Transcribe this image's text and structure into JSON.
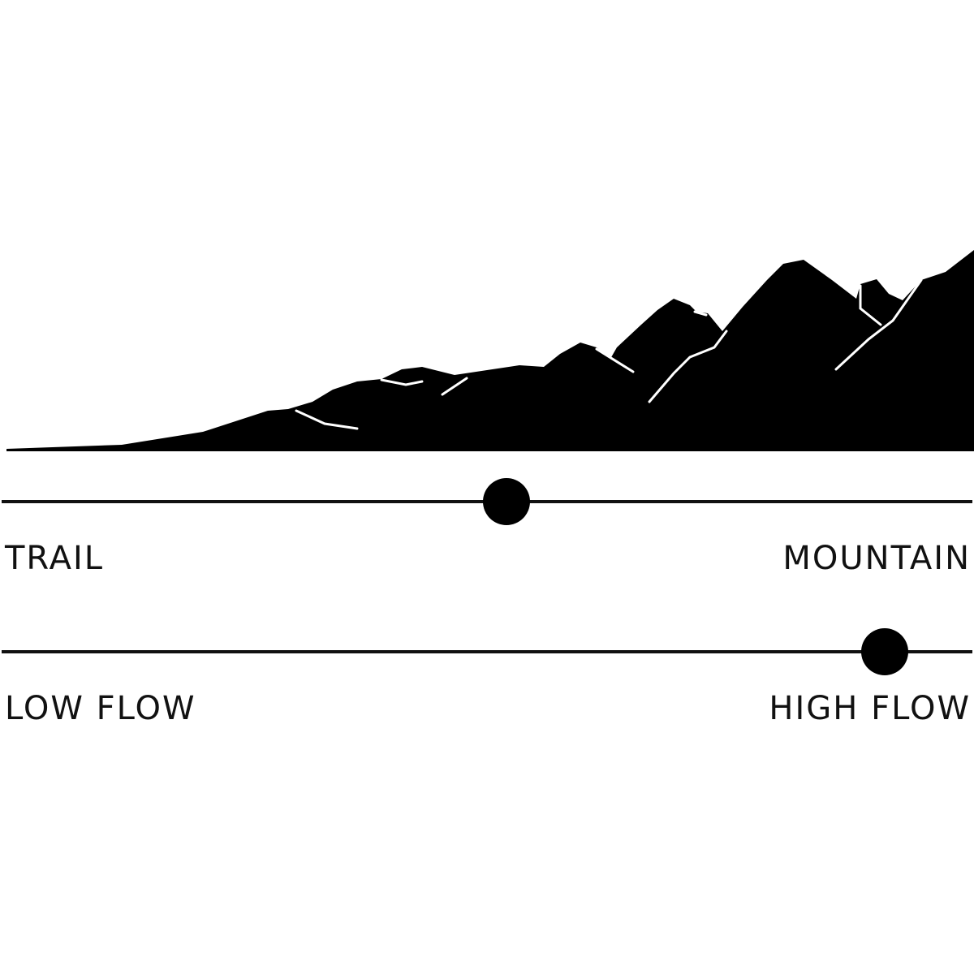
{
  "sliders": [
    {
      "name": "terrain",
      "left_label": "TRAIL",
      "right_label": "MOUNTAIN",
      "value": 0.52
    },
    {
      "name": "flow",
      "left_label": "LOW FLOW",
      "right_label": "HIGH FLOW",
      "value": 0.91
    }
  ],
  "colors": {
    "ink": "#111111",
    "background": "#ffffff"
  }
}
